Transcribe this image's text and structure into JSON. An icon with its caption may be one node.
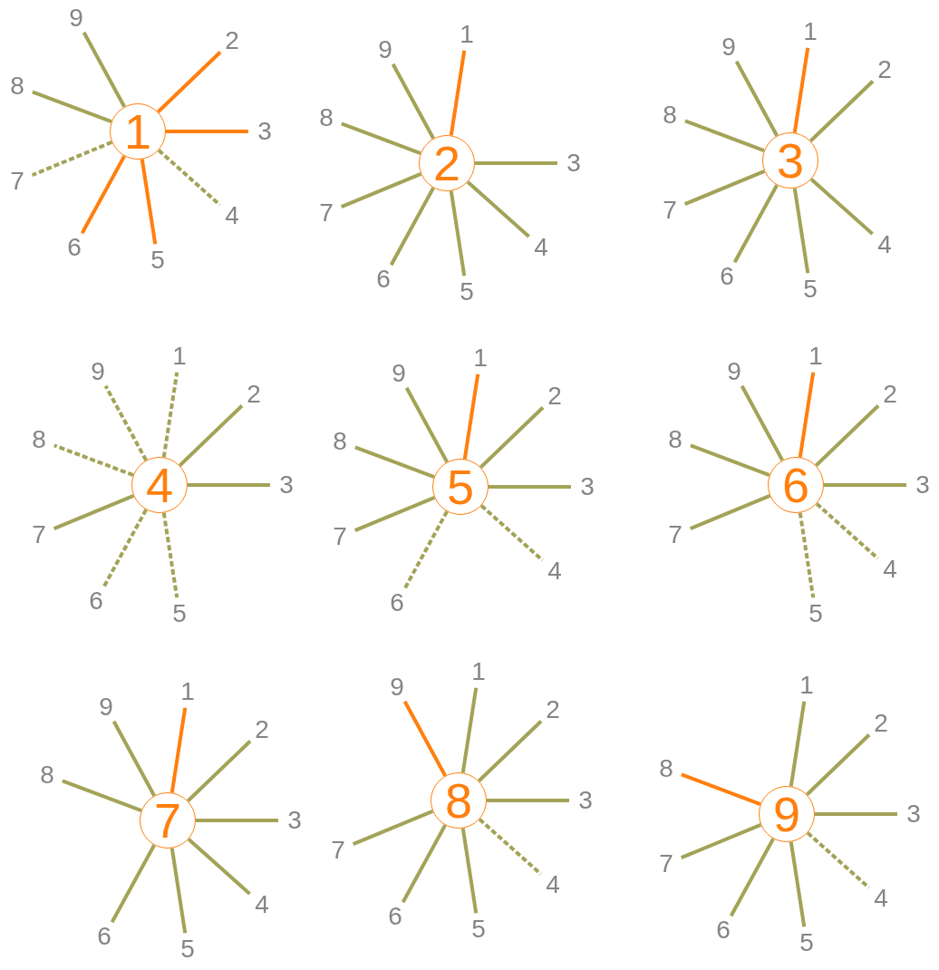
{
  "diagram": {
    "nodes": [
      {
        "text": [
          "1"
        ]
      },
      {
        "text": [
          "2"
        ]
      },
      {
        "text": [
          "3"
        ]
      },
      {
        "text": [
          "4"
        ]
      },
      {
        "text": [
          "5"
        ]
      },
      {
        "text": [
          "6"
        ]
      },
      {
        "text": [
          "7"
        ]
      },
      {
        "text": [
          "8"
        ]
      },
      {
        "text": [
          "9"
        ]
      },
      {
        "text": [
          "2"
        ]
      },
      {
        "text": [
          "1"
        ]
      },
      {
        "text": [
          "3"
        ]
      },
      {
        "text": [
          "4"
        ]
      },
      {
        "text": [
          "5"
        ]
      },
      {
        "text": [
          "6"
        ]
      },
      {
        "text": [
          "7"
        ]
      },
      {
        "text": [
          "8"
        ]
      },
      {
        "text": [
          "9"
        ]
      },
      {
        "text": [
          "3"
        ]
      },
      {
        "text": [
          "1"
        ]
      },
      {
        "text": [
          "2"
        ]
      },
      {
        "text": [
          "4"
        ]
      },
      {
        "text": [
          "5"
        ]
      },
      {
        "text": [
          "6"
        ]
      },
      {
        "text": [
          "7"
        ]
      },
      {
        "text": [
          "8"
        ]
      },
      {
        "text": [
          "9"
        ]
      },
      {
        "text": [
          "4"
        ]
      },
      {
        "text": [
          "1"
        ]
      },
      {
        "text": [
          "2"
        ]
      },
      {
        "text": [
          "3"
        ]
      },
      {
        "text": [
          "5"
        ]
      },
      {
        "text": [
          "6"
        ]
      },
      {
        "text": [
          "7"
        ]
      },
      {
        "text": [
          "8"
        ]
      },
      {
        "text": [
          "9"
        ]
      },
      {
        "text": [
          "5"
        ]
      },
      {
        "text": [
          "1"
        ]
      },
      {
        "text": [
          "2"
        ]
      },
      {
        "text": [
          "3"
        ]
      },
      {
        "text": [
          "4"
        ]
      },
      {
        "text": [
          "6"
        ]
      },
      {
        "text": [
          "7"
        ]
      },
      {
        "text": [
          "8"
        ]
      },
      {
        "text": [
          "9"
        ]
      },
      {
        "text": [
          "6"
        ]
      },
      {
        "text": [
          "1"
        ]
      },
      {
        "text": [
          "2"
        ]
      },
      {
        "text": [
          "3"
        ]
      },
      {
        "text": [
          "4"
        ]
      },
      {
        "text": [
          "5"
        ]
      },
      {
        "text": [
          "7"
        ]
      },
      {
        "text": [
          "8"
        ]
      },
      {
        "text": [
          "9"
        ]
      },
      {
        "text": [
          "7"
        ]
      },
      {
        "text": [
          "1"
        ]
      },
      {
        "text": [
          "2"
        ]
      },
      {
        "text": [
          "3"
        ]
      },
      {
        "text": [
          "4"
        ]
      },
      {
        "text": [
          "5"
        ]
      },
      {
        "text": [
          "6"
        ]
      },
      {
        "text": [
          "8"
        ]
      },
      {
        "text": [
          "9"
        ]
      },
      {
        "text": [
          "8"
        ]
      },
      {
        "text": [
          "1"
        ]
      },
      {
        "text": [
          "2"
        ]
      },
      {
        "text": [
          "3"
        ]
      },
      {
        "text": [
          "4"
        ]
      },
      {
        "text": [
          "5"
        ]
      },
      {
        "text": [
          "6"
        ]
      },
      {
        "text": [
          "7"
        ]
      },
      {
        "text": [
          "9"
        ]
      },
      {
        "text": [
          "9"
        ]
      },
      {
        "text": [
          "1"
        ]
      },
      {
        "text": [
          "2"
        ]
      },
      {
        "text": [
          "3"
        ]
      },
      {
        "text": [
          "4"
        ]
      },
      {
        "text": [
          "5"
        ]
      },
      {
        "text": [
          "6"
        ]
      },
      {
        "text": [
          "7"
        ]
      },
      {
        "text": [
          "8"
        ]
      }
    ],
    "edges": [
      {
        "from": 0,
        "to": 1,
        "arrow": "none",
        "color": "#ff7f0e"
      },
      {
        "from": 0,
        "to": 2,
        "arrow": "none",
        "color": "#ff7f0e"
      },
      {
        "from": 0,
        "to": 3,
        "arrow": "none",
        "style": "dashed"
      },
      {
        "from": 0,
        "to": 4,
        "arrow": "none",
        "color": "#ff7f0e"
      },
      {
        "from": 0,
        "to": 5,
        "arrow": "none",
        "color": "#ff7f0e"
      },
      {
        "from": 0,
        "to": 6,
        "arrow": "none",
        "style": "dashed"
      },
      {
        "from": 0,
        "to": 7,
        "arrow": "none"
      },
      {
        "from": 0,
        "to": 8,
        "arrow": "none"
      },
      {
        "from": 9,
        "to": 10,
        "arrow": "none",
        "color": "#ff7f0e"
      },
      {
        "from": 9,
        "to": 11,
        "arrow": "none"
      },
      {
        "from": 9,
        "to": 12,
        "arrow": "none"
      },
      {
        "from": 9,
        "to": 13,
        "arrow": "none"
      },
      {
        "from": 9,
        "to": 14,
        "arrow": "none"
      },
      {
        "from": 9,
        "to": 15,
        "arrow": "none"
      },
      {
        "from": 9,
        "to": 16,
        "arrow": "none"
      },
      {
        "from": 9,
        "to": 17,
        "arrow": "none"
      },
      {
        "from": 18,
        "to": 19,
        "arrow": "none",
        "color": "#ff7f0e"
      },
      {
        "from": 18,
        "to": 20,
        "arrow": "none"
      },
      {
        "from": 18,
        "to": 21,
        "arrow": "none"
      },
      {
        "from": 18,
        "to": 22,
        "arrow": "none"
      },
      {
        "from": 18,
        "to": 23,
        "arrow": "none"
      },
      {
        "from": 18,
        "to": 24,
        "arrow": "none"
      },
      {
        "from": 18,
        "to": 25,
        "arrow": "none"
      },
      {
        "from": 18,
        "to": 26,
        "arrow": "none"
      },
      {
        "from": 27,
        "to": 28,
        "arrow": "none",
        "style": "dashed"
      },
      {
        "from": 27,
        "to": 29,
        "arrow": "none"
      },
      {
        "from": 27,
        "to": 30,
        "arrow": "none"
      },
      {
        "from": 27,
        "to": 31,
        "arrow": "none",
        "style": "dashed"
      },
      {
        "from": 27,
        "to": 32,
        "arrow": "none",
        "style": "dashed"
      },
      {
        "from": 27,
        "to": 33,
        "arrow": "none"
      },
      {
        "from": 27,
        "to": 34,
        "arrow": "none",
        "style": "dashed"
      },
      {
        "from": 27,
        "to": 35,
        "arrow": "none",
        "style": "dashed"
      },
      {
        "from": 36,
        "to": 37,
        "arrow": "none",
        "color": "#ff7f0e"
      },
      {
        "from": 36,
        "to": 38,
        "arrow": "none"
      },
      {
        "from": 36,
        "to": 39,
        "arrow": "none"
      },
      {
        "from": 36,
        "to": 40,
        "arrow": "none",
        "style": "dashed"
      },
      {
        "from": 36,
        "to": 41,
        "arrow": "none",
        "style": "dashed"
      },
      {
        "from": 36,
        "to": 42,
        "arrow": "none"
      },
      {
        "from": 36,
        "to": 43,
        "arrow": "none"
      },
      {
        "from": 36,
        "to": 44,
        "arrow": "none"
      },
      {
        "from": 45,
        "to": 46,
        "arrow": "none",
        "color": "#ff7f0e"
      },
      {
        "from": 45,
        "to": 47,
        "arrow": "none"
      },
      {
        "from": 45,
        "to": 48,
        "arrow": "none"
      },
      {
        "from": 45,
        "to": 49,
        "arrow": "none",
        "style": "dashed"
      },
      {
        "from": 45,
        "to": 50,
        "arrow": "none",
        "style": "dashed"
      },
      {
        "from": 45,
        "to": 51,
        "arrow": "none"
      },
      {
        "from": 45,
        "to": 52,
        "arrow": "none"
      },
      {
        "from": 45,
        "to": 53,
        "arrow": "none"
      },
      {
        "from": 54,
        "to": 55,
        "arrow": "none",
        "color": "#ff7f0e"
      },
      {
        "from": 54,
        "to": 56,
        "arrow": "none"
      },
      {
        "from": 54,
        "to": 57,
        "arrow": "none"
      },
      {
        "from": 54,
        "to": 58,
        "arrow": "none"
      },
      {
        "from": 54,
        "to": 59,
        "arrow": "none"
      },
      {
        "from": 54,
        "to": 60,
        "arrow": "none"
      },
      {
        "from": 54,
        "to": 61,
        "arrow": "none"
      },
      {
        "from": 54,
        "to": 62,
        "arrow": "none"
      },
      {
        "from": 63,
        "to": 64,
        "arrow": "none"
      },
      {
        "from": 63,
        "to": 65,
        "arrow": "none"
      },
      {
        "from": 63,
        "to": 66,
        "arrow": "none"
      },
      {
        "from": 63,
        "to": 67,
        "arrow": "none",
        "style": "dashed"
      },
      {
        "from": 63,
        "to": 68,
        "arrow": "none"
      },
      {
        "from": 63,
        "to": 69,
        "arrow": "none"
      },
      {
        "from": 63,
        "to": 70,
        "arrow": "none"
      },
      {
        "from": 63,
        "to": 71,
        "arrow": "none",
        "color": "#ff7f0e"
      },
      {
        "from": 72,
        "to": 73,
        "arrow": "none"
      },
      {
        "from": 72,
        "to": 74,
        "arrow": "none"
      },
      {
        "from": 72,
        "to": 75,
        "arrow": "none"
      },
      {
        "from": 72,
        "to": 76,
        "arrow": "none",
        "style": "dashed"
      },
      {
        "from": 72,
        "to": 77,
        "arrow": "none"
      },
      {
        "from": 72,
        "to": 78,
        "arrow": "none"
      },
      {
        "from": 72,
        "to": 79,
        "arrow": "none"
      },
      {
        "from": 72,
        "to": 80,
        "arrow": "none",
        "color": "#ff7f0e"
      }
    ]
  }
}
